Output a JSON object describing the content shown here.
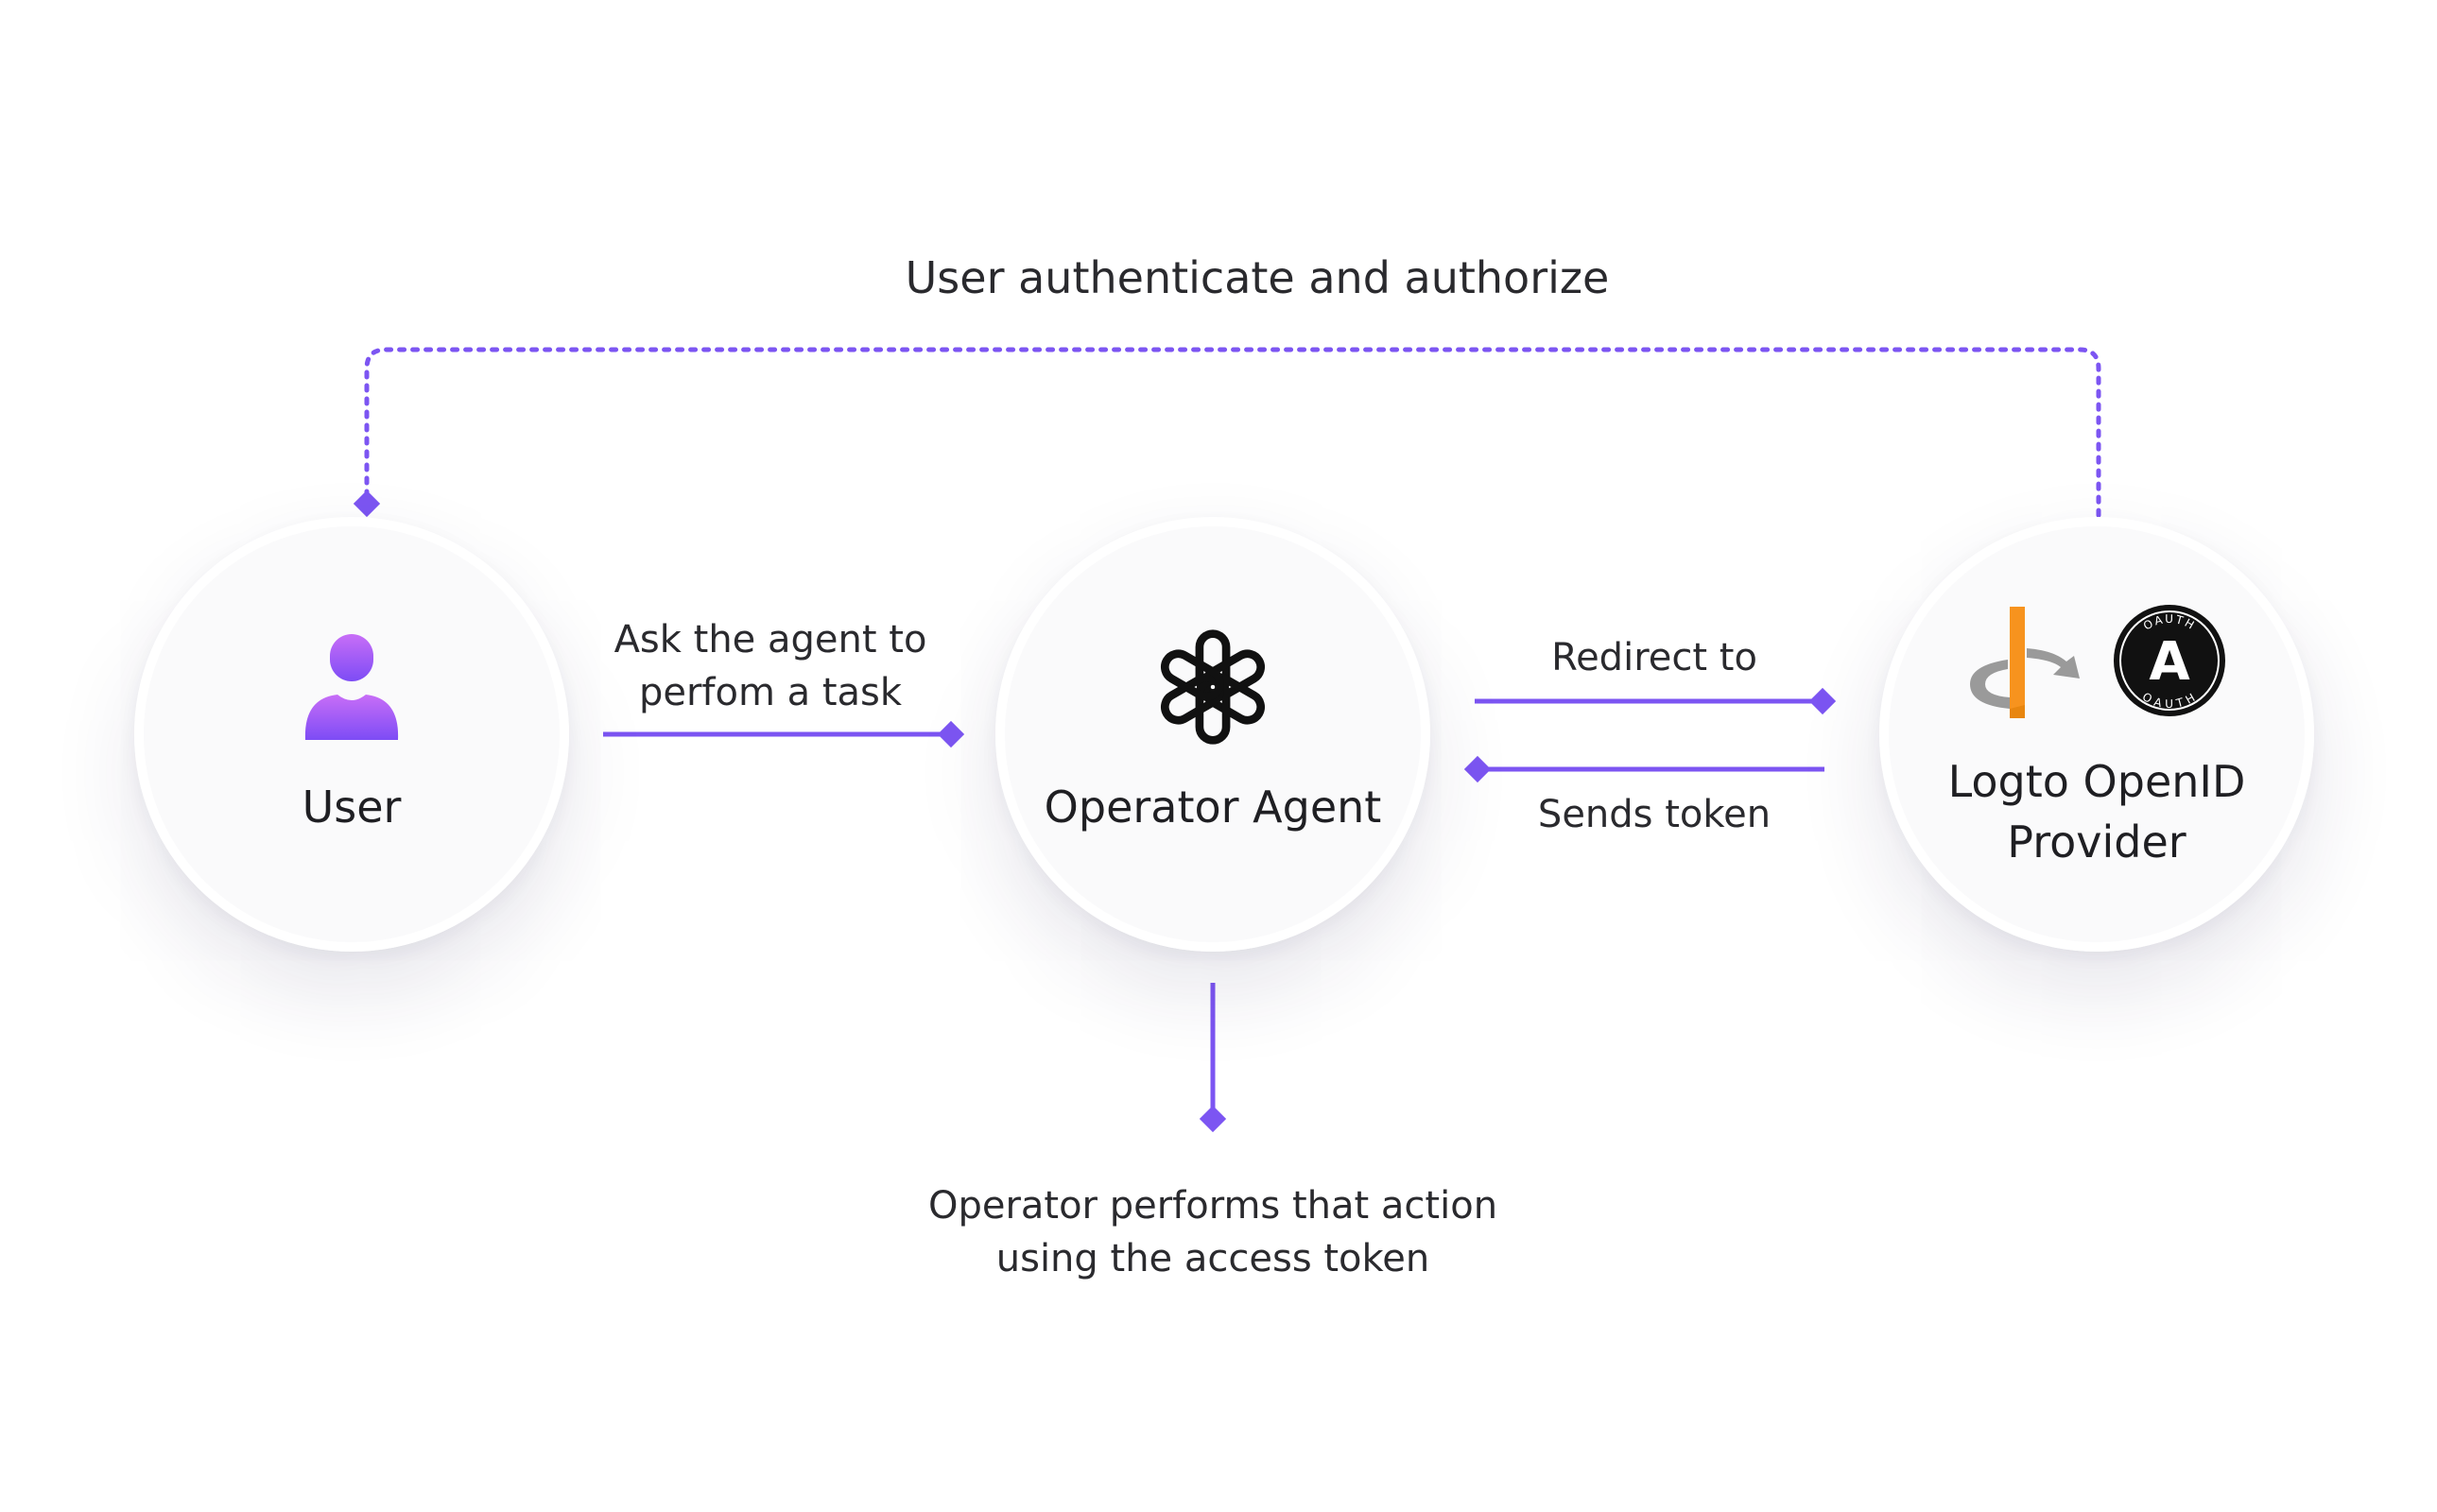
{
  "top_caption": "User authenticate and authorize",
  "nodes": {
    "user": {
      "label": "User",
      "icon": "user-icon"
    },
    "agent": {
      "label": "Operator Agent",
      "icon": "openai-logo-icon"
    },
    "provider": {
      "label_line1": "Logto OpenID",
      "label_line2": "Provider",
      "icons": [
        "openid-logo-icon",
        "oauth-logo-icon"
      ]
    }
  },
  "edges": {
    "ask_line1": "Ask the agent to",
    "ask_line2": "perfom a task",
    "redirect": "Redirect to",
    "sends_token": "Sends token",
    "performs_line1": "Operator performs that action",
    "performs_line2": "using the access token"
  },
  "oauth_badge": {
    "top": "OAUTH",
    "bottom": "OAUTH",
    "letter": "A"
  },
  "colors": {
    "accent": "#7b4ef0",
    "arrow": "#7c55f2",
    "dotted": "#7c55f2",
    "user_gradient_top": "#c86ef7",
    "user_gradient_bottom": "#7d4cf5",
    "openid_orange": "#f7931e",
    "openid_gray": "#9a9a9a"
  }
}
